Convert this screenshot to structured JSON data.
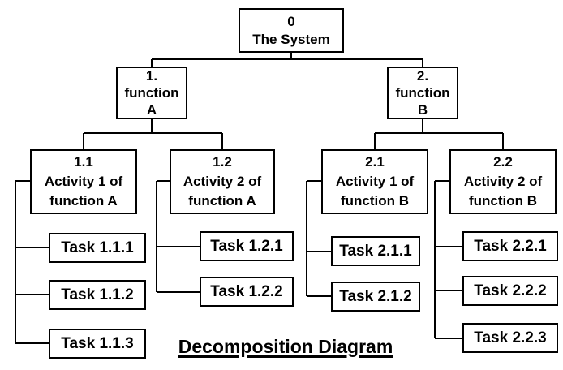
{
  "diagram": {
    "title": "Decomposition Diagram",
    "colors": {
      "line": "#000000",
      "box_border": "#000000",
      "box_fill": "#ffffff",
      "text": "#000000",
      "background": "#ffffff"
    },
    "nodes": {
      "system": "0\nThe System",
      "function_a": "1.\nfunction\nA",
      "function_b": "2.\nfunction\nB",
      "activity_1_1": "1.1\nActivity 1 of\nfunction A",
      "activity_1_2": "1.2\nActivity 2 of\nfunction A",
      "activity_2_1": "2.1\nActivity 1 of\nfunction B",
      "activity_2_2": "2.2\nActivity 2 of\nfunction B",
      "task_1_1_1": "Task 1.1.1",
      "task_1_1_2": "Task 1.1.2",
      "task_1_1_3": "Task 1.1.3",
      "task_1_2_1": "Task 1.2.1",
      "task_1_2_2": "Task 1.2.2",
      "task_2_1_1": "Task 2.1.1",
      "task_2_1_2": "Task 2.1.2",
      "task_2_2_1": "Task 2.2.1",
      "task_2_2_2": "Task 2.2.2",
      "task_2_2_3": "Task 2.2.3"
    }
  }
}
